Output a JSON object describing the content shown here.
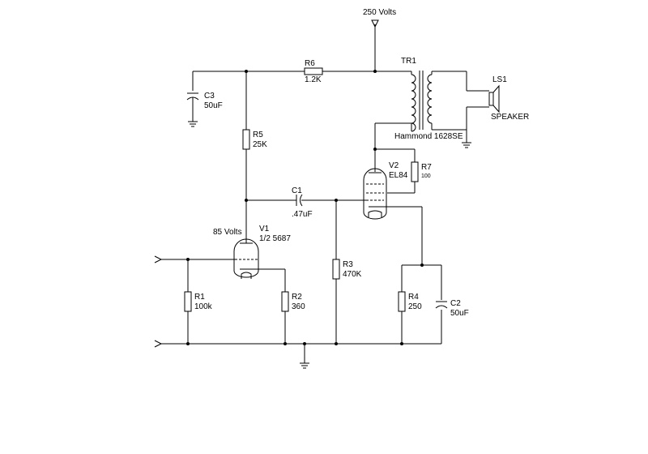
{
  "supply": {
    "label": "250 Volts"
  },
  "tr1": {
    "ref": "TR1",
    "value": "Hammond 1628SE"
  },
  "ls1": {
    "ref": "LS1",
    "value": "SPEAKER"
  },
  "r6": {
    "ref": "R6",
    "value": "1.2K"
  },
  "c3": {
    "ref": "C3",
    "value": "50uF"
  },
  "r5": {
    "ref": "R5",
    "value": "25K"
  },
  "c1": {
    "ref": "C1",
    "value": ".47uF"
  },
  "v2": {
    "ref": "V2",
    "value": "EL84"
  },
  "r7": {
    "ref": "R7",
    "value": "100"
  },
  "v1": {
    "ref": "V1",
    "value": "1/2 5687",
    "plate_voltage": "85 Volts"
  },
  "r3": {
    "ref": "R3",
    "value": "470K"
  },
  "r1": {
    "ref": "R1",
    "value": "100k"
  },
  "r2": {
    "ref": "R2",
    "value": "360"
  },
  "r4": {
    "ref": "R4",
    "value": "250"
  },
  "c2": {
    "ref": "C2",
    "value": "50uF"
  }
}
